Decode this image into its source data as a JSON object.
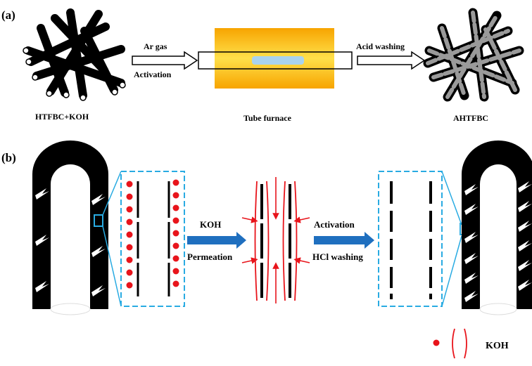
{
  "panel_a": {
    "label": "(a)",
    "input_label": "HTFBC+KOH",
    "arrow1_top": "Ar gas",
    "arrow1_bottom": "Activation",
    "furnace_label": "Tube furnace",
    "arrow2_top": "Acid  washing",
    "output_label": "AHTFBC"
  },
  "panel_b": {
    "label": "(b)",
    "arrow1_top": "KOH",
    "arrow1_bottom": "Permeation",
    "arrow2_top": "Activation",
    "arrow2_bottom": "HCl washing"
  },
  "legend": {
    "koh_label": "KOH"
  },
  "colors": {
    "koh": "#e8141b",
    "zoom_box": "#29abe2",
    "process_arrow": "#1f6fbf",
    "furnace_outer": "#f5a300",
    "furnace_inner": "#ffd23f",
    "sample_boat": "#a9d3ee",
    "fiber": "#000000",
    "activated_fiber": "#9a9a9a"
  }
}
